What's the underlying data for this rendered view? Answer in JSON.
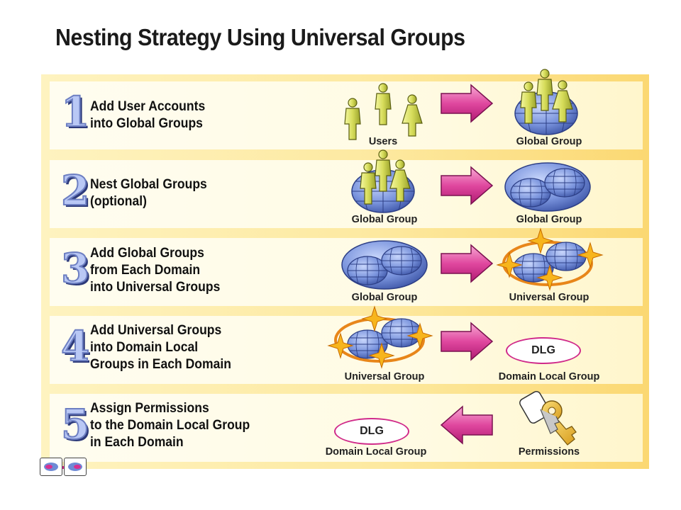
{
  "title": "Nesting Strategy Using Universal Groups",
  "rows": [
    {
      "number": "1",
      "lines": [
        "Add User Accounts",
        "into Global Groups"
      ],
      "left_caption": "Users",
      "right_caption": "Global Group"
    },
    {
      "number": "2",
      "lines": [
        "Nest Global Groups",
        "(optional)"
      ],
      "left_caption": "Global Group",
      "right_caption": "Global Group"
    },
    {
      "number": "3",
      "lines": [
        "Add Global Groups",
        "from Each Domain",
        "into Universal Groups"
      ],
      "left_caption": "Global Group",
      "right_caption": "Universal Group"
    },
    {
      "number": "4",
      "lines": [
        "Add Universal Groups",
        "into Domain Local",
        "Groups in Each Domain"
      ],
      "left_caption": "Universal Group",
      "right_caption": "Domain Local Group",
      "right_badge": "DLG"
    },
    {
      "number": "5",
      "lines": [
        "Assign Permissions",
        "to the Domain Local Group",
        "in Each Domain"
      ],
      "left_caption": "Domain Local Group",
      "left_badge": "DLG",
      "right_caption": "Permissions"
    }
  ],
  "colors": {
    "arrow": "#d8308f",
    "globe": "#6f8bd6",
    "star": "#f7b51c",
    "badge_border": "#d02a8a",
    "digit": "#b9c8f5"
  }
}
